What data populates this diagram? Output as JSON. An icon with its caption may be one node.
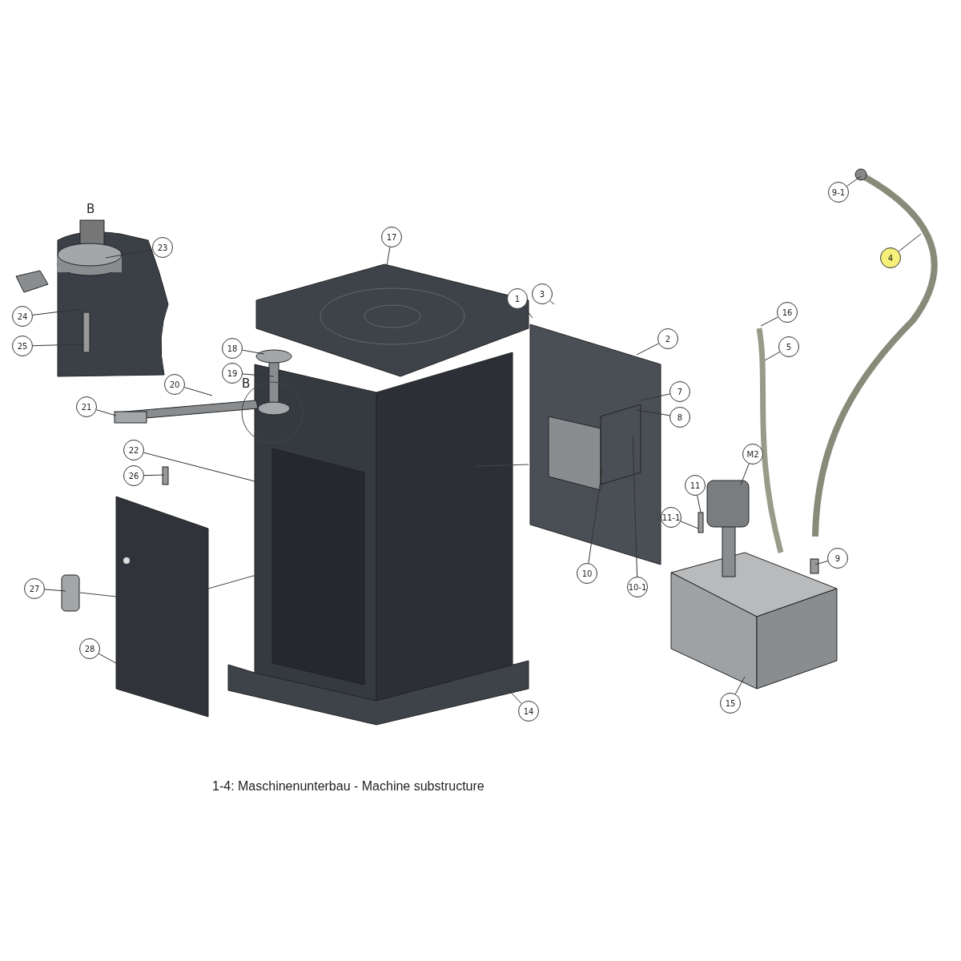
{
  "diagram": {
    "caption": "1-4: Maschinenunterbau - Machine substructure",
    "nodes": [
      {
        "text": [
          "9-1"
        ]
      },
      {
        "text": [
          "4"
        ]
      },
      {
        "text": [
          "23"
        ]
      },
      {
        "text": [
          "17"
        ]
      },
      {
        "text": [
          "1"
        ]
      },
      {
        "text": [
          "3"
        ]
      },
      {
        "text": [
          "2"
        ]
      },
      {
        "text": [
          "16"
        ]
      },
      {
        "text": [
          "5"
        ]
      },
      {
        "text": [
          "18"
        ]
      },
      {
        "text": [
          "24"
        ]
      },
      {
        "text": [
          "25"
        ]
      },
      {
        "text": [
          "19"
        ]
      },
      {
        "text": [
          "20"
        ]
      },
      {
        "text": [
          "21"
        ]
      },
      {
        "text": [
          "7"
        ]
      },
      {
        "text": [
          "8"
        ]
      },
      {
        "text": [
          "22"
        ]
      },
      {
        "text": [
          "26"
        ]
      },
      {
        "text": [
          "M2"
        ]
      },
      {
        "text": [
          "11"
        ]
      },
      {
        "text": [
          "11-1"
        ]
      },
      {
        "text": [
          "9"
        ]
      },
      {
        "text": [
          "10"
        ]
      },
      {
        "text": [
          "10-1"
        ]
      },
      {
        "text": [
          "27"
        ]
      },
      {
        "text": [
          "28"
        ]
      },
      {
        "text": [
          "14"
        ]
      },
      {
        "text": [
          "15"
        ]
      }
    ],
    "edges": [
      {
        "from": 0,
        "to": null,
        "arrow": "none"
      },
      {
        "from": 1,
        "to": null,
        "arrow": "none"
      },
      {
        "from": 2,
        "to": null,
        "arrow": "none"
      },
      {
        "from": 3,
        "to": null,
        "arrow": "none"
      },
      {
        "from": 4,
        "to": null,
        "arrow": "none"
      },
      {
        "from": 5,
        "to": null,
        "arrow": "none"
      },
      {
        "from": 6,
        "to": null,
        "arrow": "none"
      },
      {
        "from": 7,
        "to": null,
        "arrow": "none"
      },
      {
        "from": 8,
        "to": null,
        "arrow": "none"
      },
      {
        "from": 9,
        "to": null,
        "arrow": "none"
      },
      {
        "from": 10,
        "to": null,
        "arrow": "none"
      },
      {
        "from": 11,
        "to": null,
        "arrow": "none"
      },
      {
        "from": 12,
        "to": null,
        "arrow": "none"
      },
      {
        "from": 13,
        "to": null,
        "arrow": "none"
      },
      {
        "from": 14,
        "to": null,
        "arrow": "none"
      },
      {
        "from": 15,
        "to": null,
        "arrow": "none"
      },
      {
        "from": 16,
        "to": null,
        "arrow": "none"
      },
      {
        "from": 17,
        "to": null,
        "arrow": "none"
      },
      {
        "from": 18,
        "to": null,
        "arrow": "none"
      },
      {
        "from": 19,
        "to": null,
        "arrow": "none"
      },
      {
        "from": 20,
        "to": null,
        "arrow": "none"
      },
      {
        "from": 21,
        "to": null,
        "arrow": "none"
      },
      {
        "from": 22,
        "to": null,
        "arrow": "none"
      },
      {
        "from": 23,
        "to": null,
        "arrow": "none"
      },
      {
        "from": 24,
        "to": null,
        "arrow": "none"
      },
      {
        "from": 25,
        "to": null,
        "arrow": "none"
      },
      {
        "from": 26,
        "to": null,
        "arrow": "none"
      },
      {
        "from": 27,
        "to": null,
        "arrow": "none"
      },
      {
        "from": 28,
        "to": null,
        "arrow": "none"
      }
    ],
    "labels": [
      "B",
      "B"
    ]
  }
}
